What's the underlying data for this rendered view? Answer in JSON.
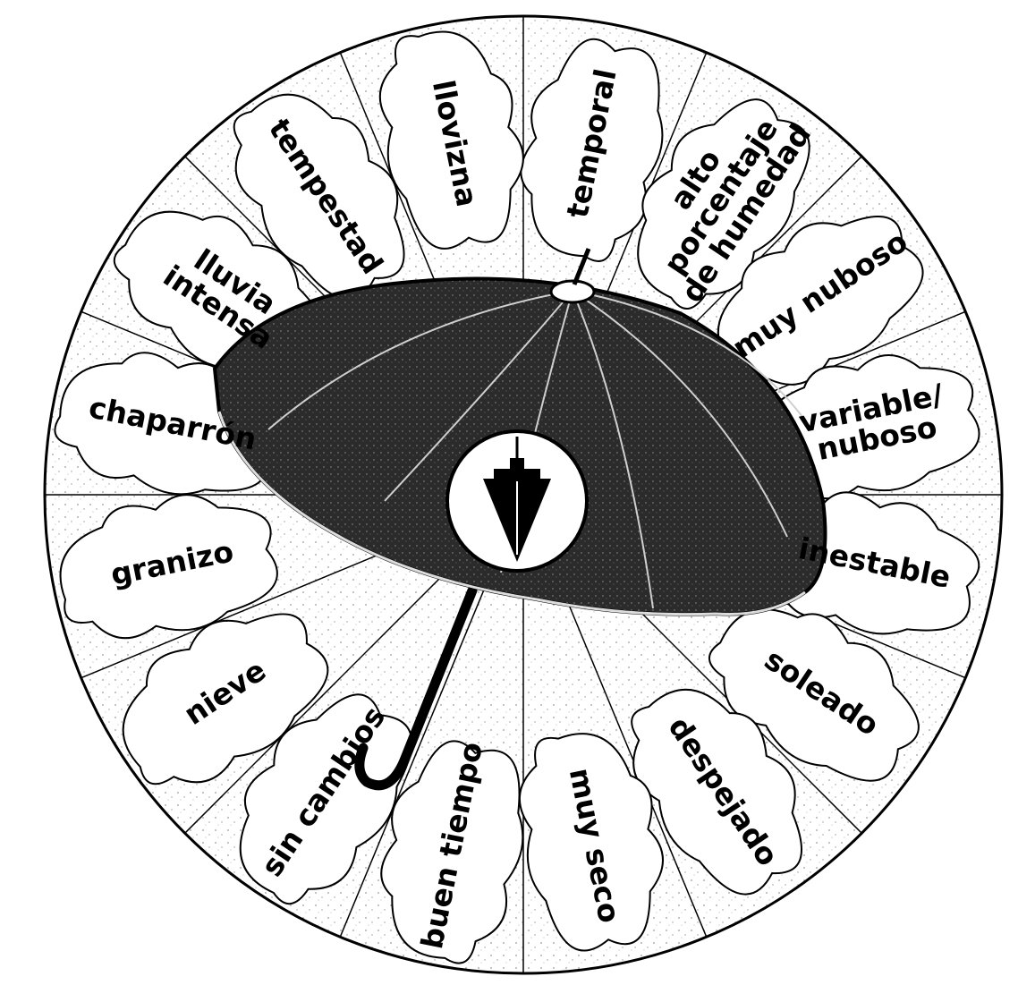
{
  "colors": {
    "ink": "#000000",
    "paper": "#ffffff",
    "umbrella_canopy": "#2b2b2b",
    "speckle": "#9a9a9a"
  },
  "segments": [
    {
      "label": "temporal",
      "icon": "cloud-icon"
    },
    {
      "label": "alto porcentaje de humedad",
      "icon": "cloud-icon"
    },
    {
      "label": "muy nuboso",
      "icon": "cloud-icon"
    },
    {
      "label": "variable/ nuboso",
      "icon": "cloud-icon"
    },
    {
      "label": "inestable",
      "icon": "cloud-icon"
    },
    {
      "label": "soleado",
      "icon": "cloud-icon"
    },
    {
      "label": "despejado",
      "icon": "cloud-icon"
    },
    {
      "label": "muy seco",
      "icon": "cloud-icon"
    },
    {
      "label": "buen tiempo",
      "icon": "cloud-icon"
    },
    {
      "label": "sin cambios",
      "icon": "cloud-icon"
    },
    {
      "label": "nieve",
      "icon": "cloud-icon"
    },
    {
      "label": "granizo",
      "icon": "cloud-icon"
    },
    {
      "label": "chaparrón",
      "icon": "cloud-icon"
    },
    {
      "label": "lluvia intensa",
      "icon": "cloud-icon"
    },
    {
      "label": "tempestad",
      "icon": "cloud-icon"
    },
    {
      "label": "llovizna",
      "icon": "cloud-icon"
    }
  ],
  "center": {
    "icon": "plumb-bob-icon"
  },
  "umbrella": {
    "icon": "umbrella-icon"
  }
}
